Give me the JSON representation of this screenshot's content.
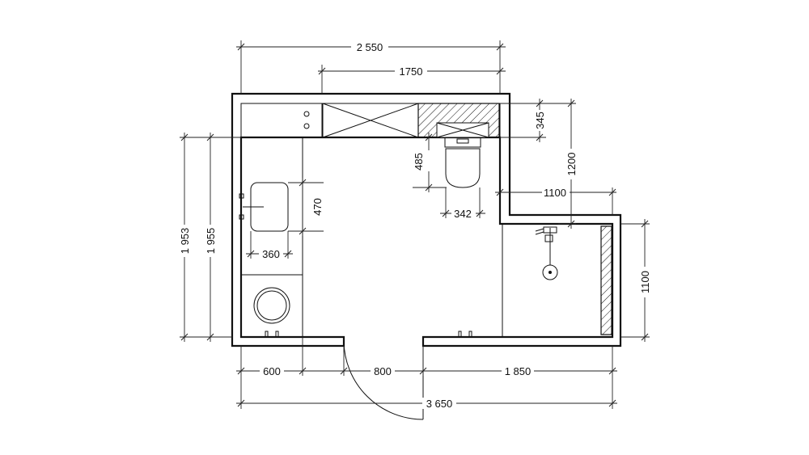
{
  "dimensions": {
    "top_total": "2 550",
    "top_inner": "1750",
    "box_depth": "345",
    "toilet_depth": "485",
    "toilet_width": "342",
    "right_wall_height": "1200",
    "shower_width": "1100",
    "shower_depth": "1100",
    "left_height_outer": "1 953",
    "left_height_inner": "1 955",
    "sink_depth": "470",
    "sink_width": "360",
    "bottom_left": "600",
    "door_width": "800",
    "bottom_right": "1 850",
    "bottom_total": "3 650"
  }
}
